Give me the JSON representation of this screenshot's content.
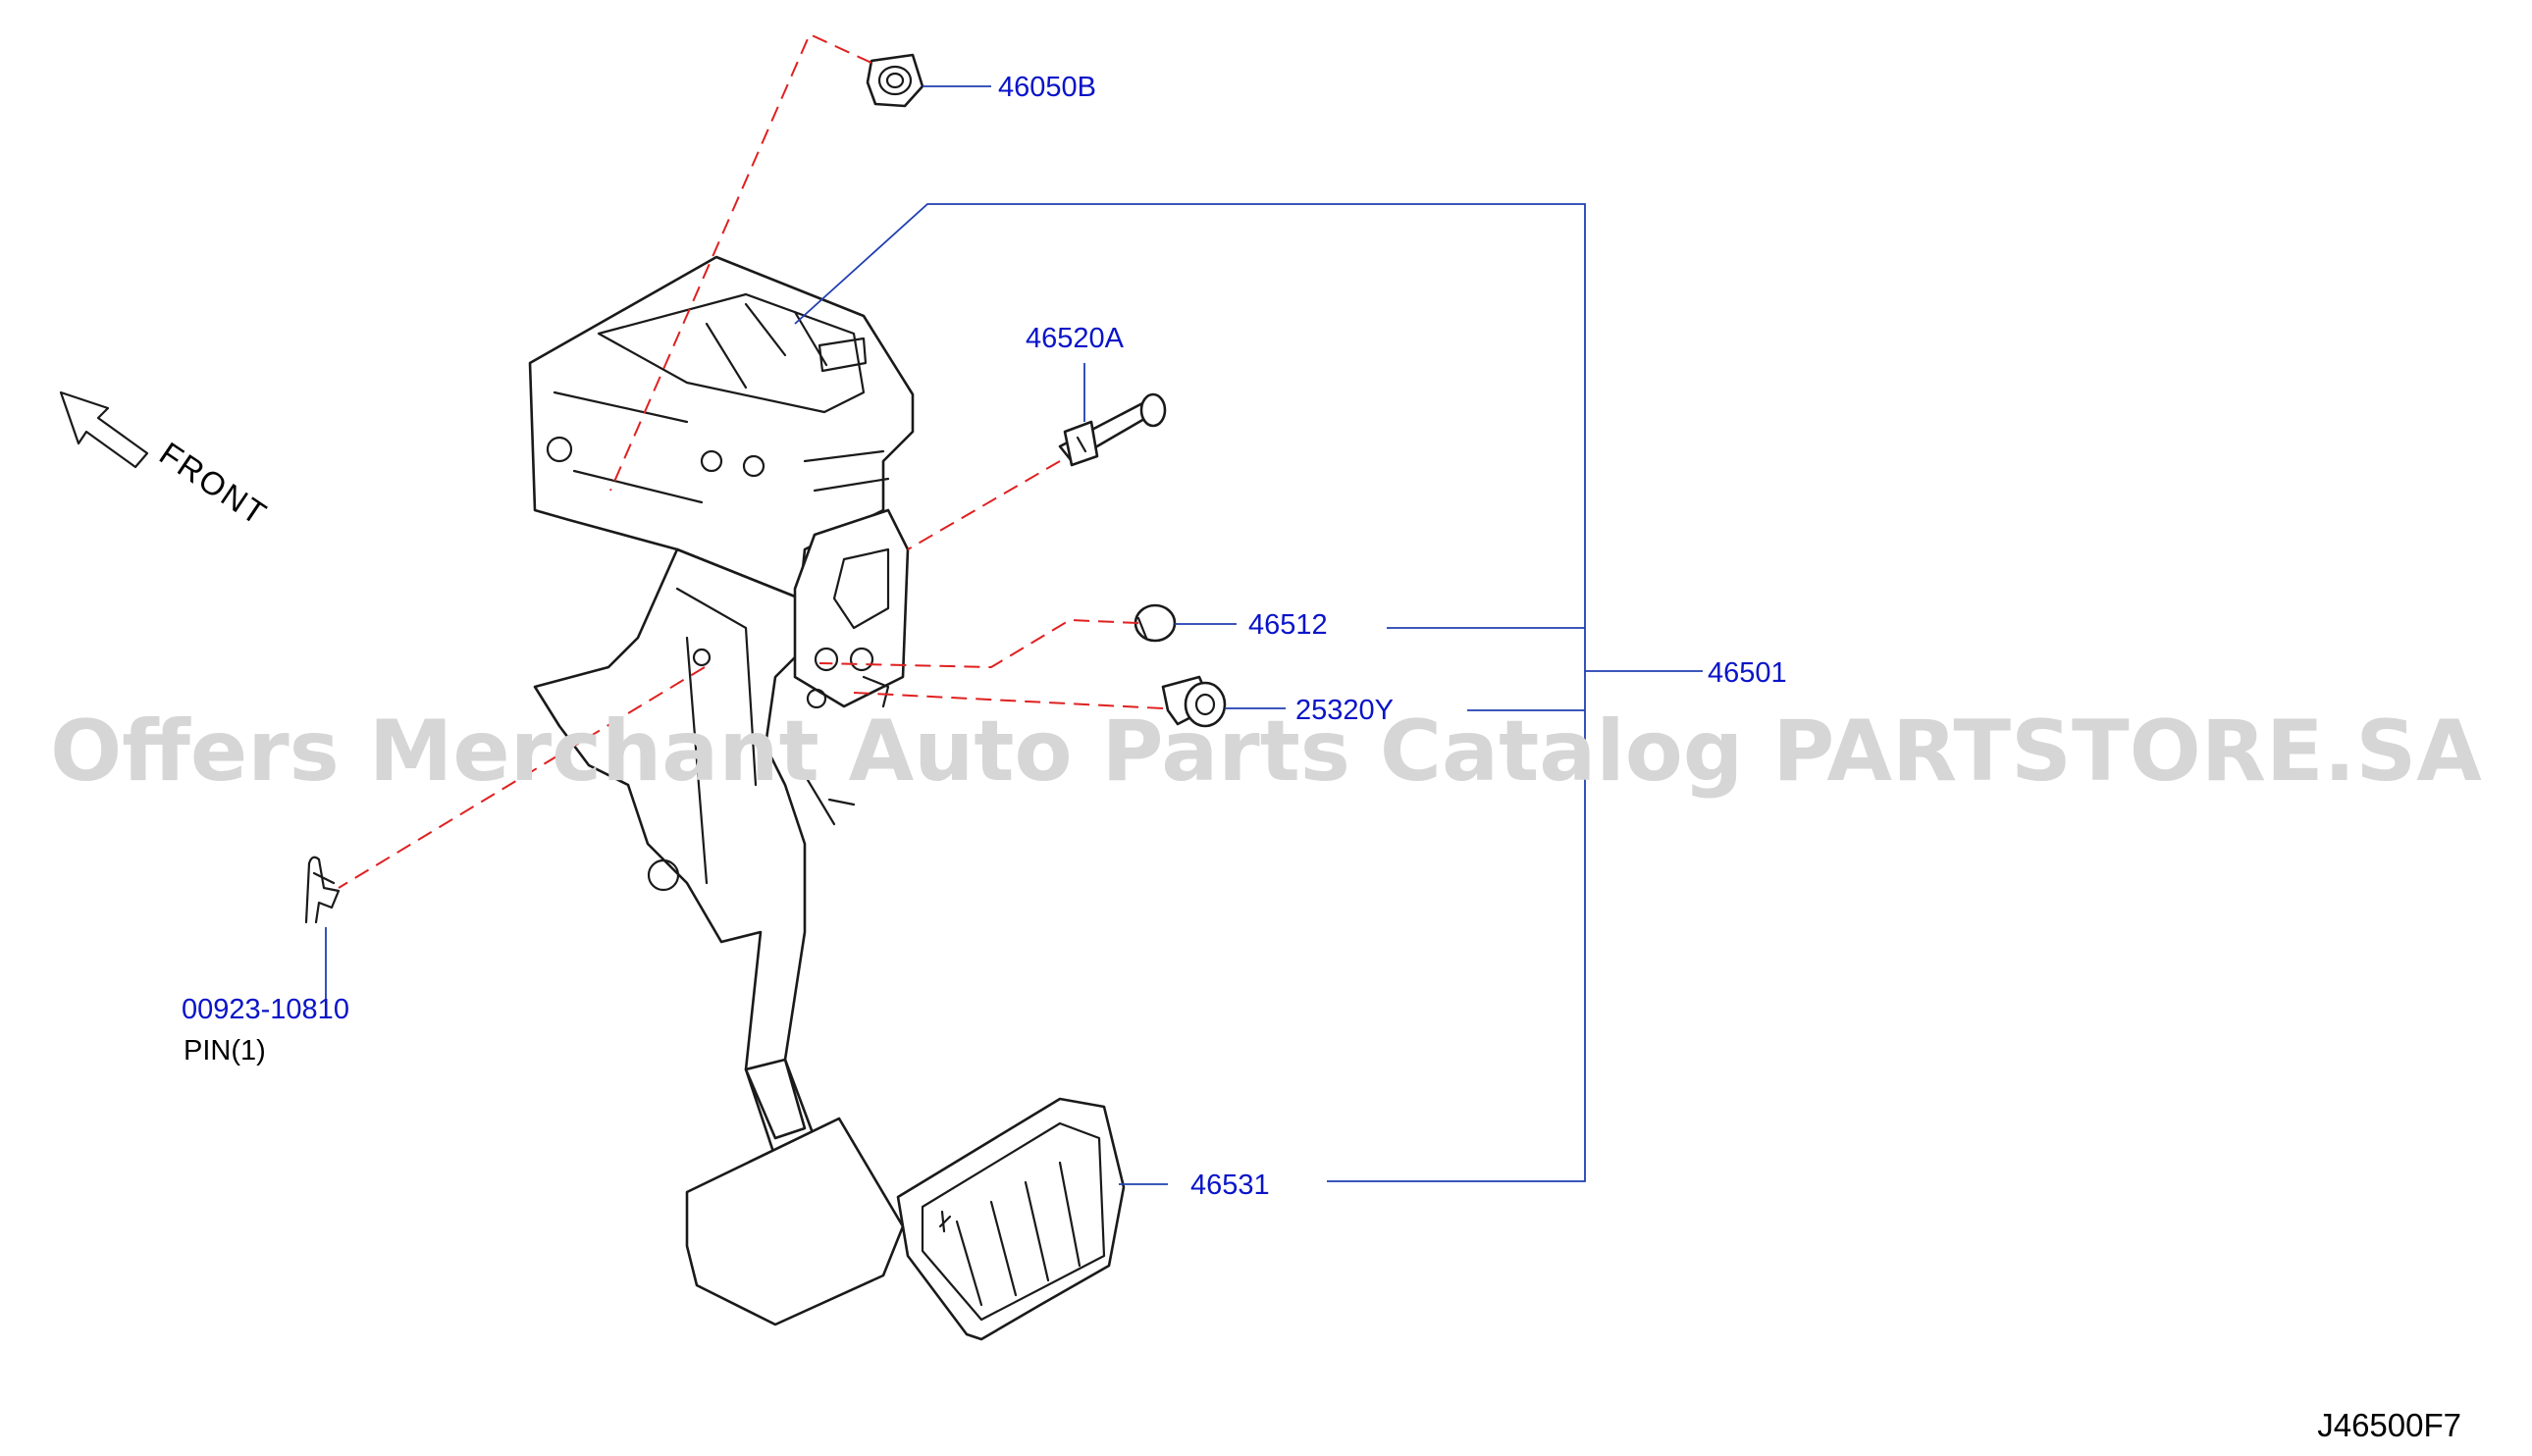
{
  "diagram": {
    "watermark": "Offers Merchant Auto Parts Catalog PARTSTORE.SA",
    "diagram_code": "J46500F7",
    "front_label": "FRONT",
    "callouts": {
      "nut": "46050B",
      "pivot_pin": "46520A",
      "stopper": "46512",
      "switch_clip": "25320Y",
      "assembly": "46501",
      "pedal_pad": "46531",
      "snap_pin": "00923-10810"
    },
    "pin_note": "PIN(1)",
    "colors": {
      "callout_text": "#0a14c8",
      "leader_line": "#1f3fb0",
      "dashed_line": "#e02020",
      "watermark": "#d6d6d6"
    },
    "icons": [
      "front-direction-arrow-icon"
    ]
  }
}
